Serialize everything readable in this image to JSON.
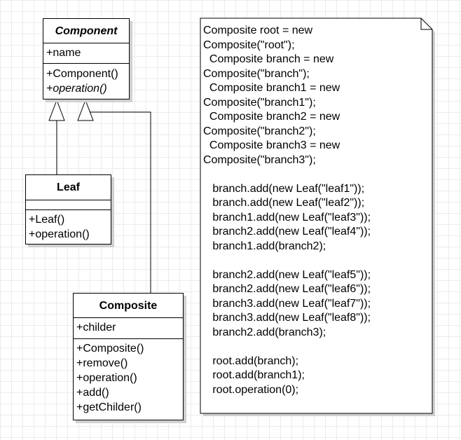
{
  "diagram": {
    "classes": {
      "component": {
        "name": "Component",
        "attributes": [
          "+name"
        ],
        "operations": [
          {
            "text": "+Component()",
            "italic": false
          },
          {
            "text": "+operation()",
            "italic": true
          }
        ]
      },
      "leaf": {
        "name": "Leaf",
        "attributes": [],
        "operations": [
          {
            "text": "+Leaf()",
            "italic": false
          },
          {
            "text": "+operation()",
            "italic": false
          }
        ]
      },
      "composite": {
        "name": "Composite",
        "attributes": [
          "+childer"
        ],
        "operations": [
          {
            "text": "+Composite()",
            "italic": false
          },
          {
            "text": "+remove()",
            "italic": false
          },
          {
            "text": "+operation()",
            "italic": false
          },
          {
            "text": "+add()",
            "italic": false
          },
          {
            "text": "+getChilder()",
            "italic": false
          }
        ]
      }
    },
    "relations": [
      {
        "type": "generalization",
        "from": "Leaf",
        "to": "Component"
      },
      {
        "type": "generalization",
        "from": "Composite",
        "to": "Component"
      }
    ],
    "note": {
      "lines": [
        "Composite root = new",
        "Composite(\"root\");",
        "  Composite branch = new",
        "Composite(\"branch\");",
        "  Composite branch1 = new",
        "Composite(\"branch1\");",
        "  Composite branch2 = new",
        "Composite(\"branch2\");",
        "  Composite branch3 = new",
        "Composite(\"branch3\");",
        "",
        "   branch.add(new Leaf(\"leaf1\"));",
        "   branch.add(new Leaf(\"leaf2\"));",
        "   branch1.add(new Leaf(\"leaf3\"));",
        "   branch2.add(new Leaf(\"leaf4\"));",
        "   branch1.add(branch2);",
        "",
        "   branch2.add(new Leaf(\"leaf5\"));",
        "   branch2.add(new Leaf(\"leaf6\"));",
        "   branch3.add(new Leaf(\"leaf7\"));",
        "   branch3.add(new Leaf(\"leaf8\"));",
        "   branch2.add(branch3);",
        "",
        "   root.add(branch);",
        "   root.add(branch1);",
        "   root.operation(0);"
      ]
    },
    "colors": {
      "line": "#000000",
      "shadow": "#cfcfcf",
      "grid": "#ececec",
      "fill": "#ffffff"
    }
  }
}
